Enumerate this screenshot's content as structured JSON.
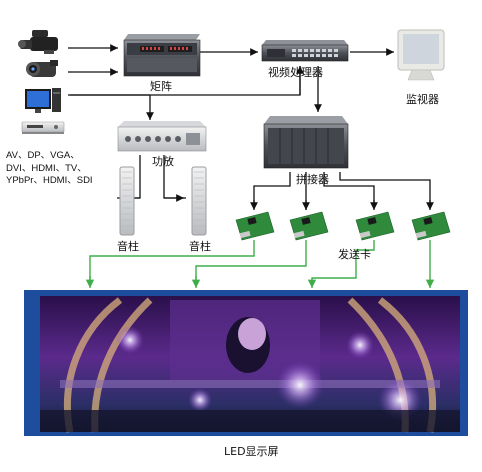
{
  "labels": {
    "matrix": "矩阵",
    "video_processor": "视频处理器",
    "monitor": "监视器",
    "amplifier": "功放",
    "splicer": "拼接器",
    "speaker_left": "音柱",
    "speaker_right": "音柱",
    "sending_card": "发送卡",
    "led_screen": "LED显示屏"
  },
  "sources": {
    "line1": "AV、DP、VGA、",
    "line2": "DVI、HDMI、TV、",
    "line3": "YPbPr、HDMI、SDI"
  },
  "colors": {
    "black_arrow": "#111111",
    "green_arrow": "#3fae4a",
    "screen_frame": "#1f4d9e",
    "pcb_green": "#2f8a3c",
    "rack_gray": "#5a5d63"
  },
  "icons": [
    "video-camera-icon",
    "camcorder-icon",
    "computer-icon",
    "dvd-player-icon",
    "matrix-device-icon",
    "video-processor-device-icon",
    "monitor-icon",
    "amplifier-device-icon",
    "column-speaker-icon",
    "splicer-device-icon",
    "sending-card-icon"
  ]
}
